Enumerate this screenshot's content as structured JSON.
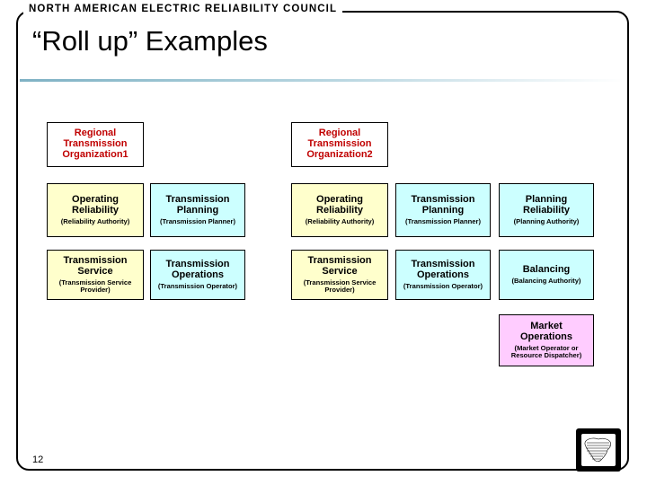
{
  "slide": {
    "brand": "NORTH AMERICAN ELECTRIC RELIABILITY COUNCIL",
    "title": "“Roll up” Examples",
    "page_number": "12",
    "colors": {
      "title_rule": "#7fb2c4",
      "rto_text": "#c00000",
      "yellow_box": "#ffffcc",
      "cyan_box": "#ccffff",
      "pink_box": "#ffccff",
      "border": "#000000"
    }
  },
  "diagram": {
    "groups": [
      {
        "name": "rto1",
        "header": {
          "title": "Regional\nTransmission\nOrganization1",
          "lines": [
            "Regional",
            "Transmission",
            "Organization1"
          ]
        },
        "nodes": [
          {
            "title_lines": [
              "Operating",
              "Reliability"
            ],
            "sub": "(Reliability Authority)",
            "fill": "yellow"
          },
          {
            "title_lines": [
              "Transmission",
              "Planning"
            ],
            "sub": "(Transmission Planner)",
            "fill": "cyan"
          },
          {
            "title_lines": [
              "Transmission",
              "Service"
            ],
            "sub": "(Transmission Service Provider)",
            "fill": "yellow"
          },
          {
            "title_lines": [
              "Transmission",
              "Operations"
            ],
            "sub": "(Transmission Operator)",
            "fill": "cyan"
          }
        ]
      },
      {
        "name": "rto2",
        "header": {
          "title": "Regional\nTransmission\nOrganization2",
          "lines": [
            "Regional",
            "Transmission",
            "Organization2"
          ]
        },
        "nodes": [
          {
            "title_lines": [
              "Operating",
              "Reliability"
            ],
            "sub": "(Reliability Authority)",
            "fill": "yellow"
          },
          {
            "title_lines": [
              "Transmission",
              "Planning"
            ],
            "sub": "(Transmission Planner)",
            "fill": "cyan"
          },
          {
            "title_lines": [
              "Planning",
              "Reliability"
            ],
            "sub": "(Planning Authority)",
            "fill": "cyan"
          },
          {
            "title_lines": [
              "Transmission",
              "Service"
            ],
            "sub": "(Transmission Service Provider)",
            "fill": "yellow"
          },
          {
            "title_lines": [
              "Transmission",
              "Operations"
            ],
            "sub": "(Transmission Operator)",
            "fill": "cyan"
          },
          {
            "title_lines": [
              "Balancing"
            ],
            "sub": "(Balancing Authority)",
            "fill": "cyan"
          },
          {
            "title_lines": [
              "Market",
              "Operations"
            ],
            "sub": "(Market Operator or Resource Dispatcher)",
            "fill": "pink"
          }
        ]
      }
    ]
  }
}
